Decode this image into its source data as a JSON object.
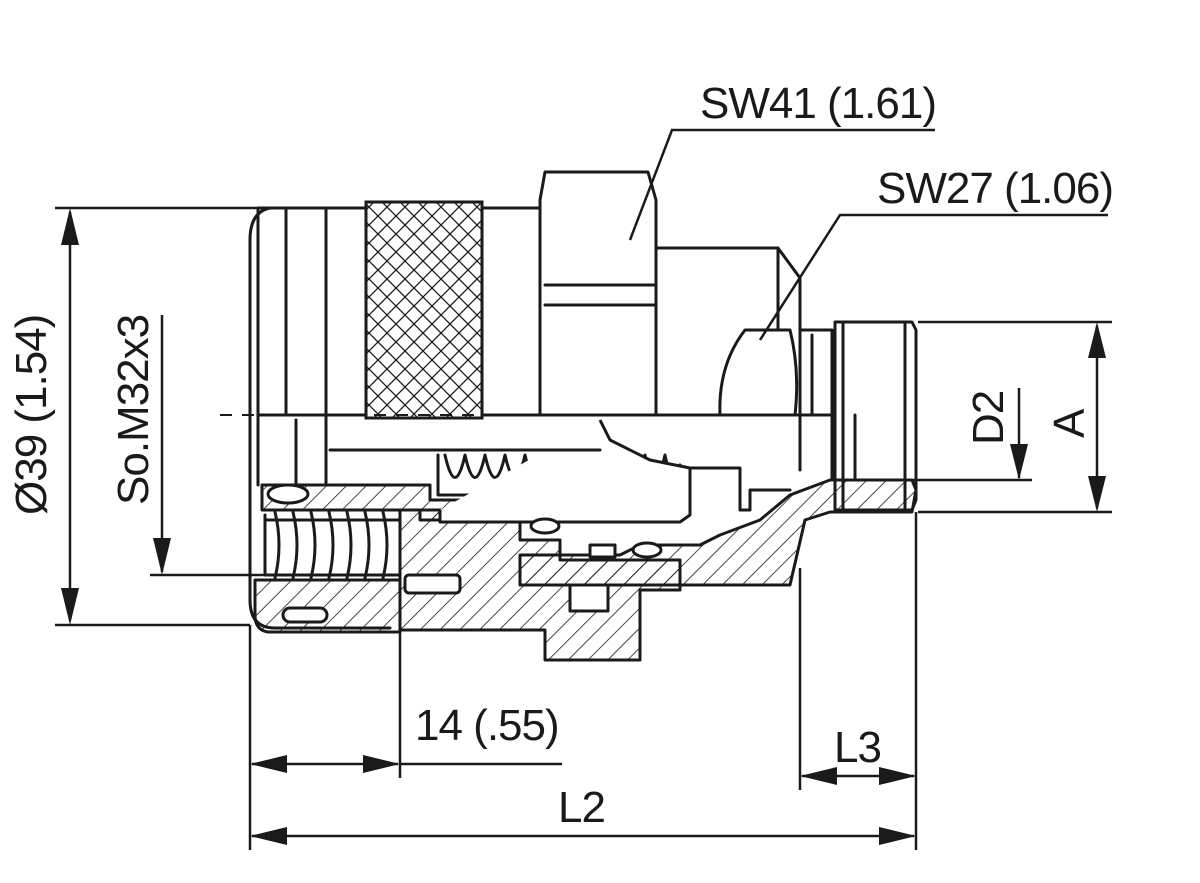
{
  "labels": {
    "sw41": "SW41 (1.61)",
    "sw27": "SW27 (1.06)",
    "diameter": "Ø39 (1.54)",
    "thread": "So.M32x3",
    "d2": "D2",
    "a": "A",
    "length_14": "14 (.55)",
    "l3": "L3",
    "l2": "L2"
  }
}
